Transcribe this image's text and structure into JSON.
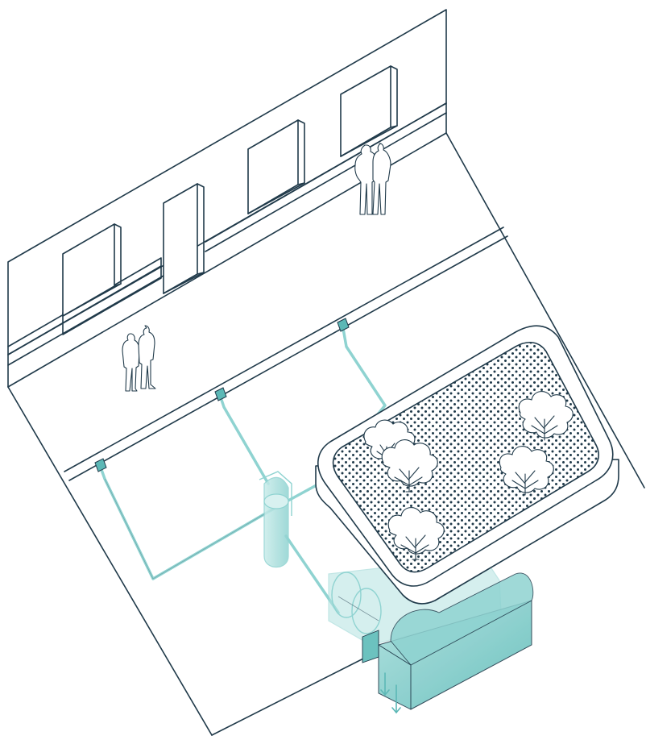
{
  "diagram": {
    "colors": {
      "line": "#203a4a",
      "pipe": "#8fd3d1",
      "pipe_dark": "#5cb8b6",
      "tank": "#b4e3e1",
      "tank_dark": "#6cc2bf",
      "background": "#ffffff",
      "soil_dot": "#203a4a"
    },
    "elements": [
      "building-facade",
      "sidewalk",
      "street",
      "pedestrians",
      "curb-inlets",
      "drain-pipes",
      "junction-chamber",
      "raised-planter",
      "shrubs",
      "storage-tanks",
      "infiltration-arrows"
    ]
  }
}
